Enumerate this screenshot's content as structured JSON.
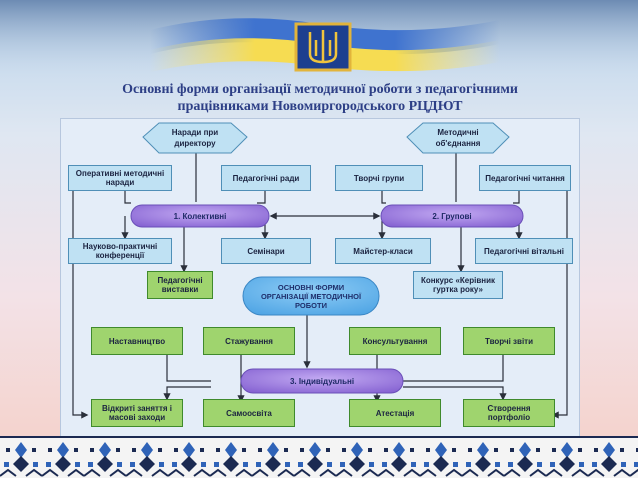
{
  "title": {
    "line1": "Основні форми організації методичної роботи з педагогічними",
    "line2": "працівниками Новомиргородського РЦДЮТ"
  },
  "diagram": {
    "central": "ОСНОВНІ ФОРМИ ОРГАНІЗАЦІЇ МЕТОДИЧНОЇ РОБОТИ",
    "hexagons": [
      {
        "id": "hex-left",
        "line1": "Наради при",
        "line2": "директору"
      },
      {
        "id": "hex-right",
        "line1": "Методичні",
        "line2": "об'єднання"
      }
    ],
    "ovals": {
      "collective": "1. Колективні",
      "group": "2. Групові",
      "individual": "3. Індивідуальні"
    },
    "boxes": {
      "operative": "Оперативні методичні наради",
      "ped_rady": "Педагогічні ради",
      "creative_groups": "Творчі групи",
      "ped_readings": "Педагогічні читання",
      "conferences": "Науково-практичні конференції",
      "seminars": "Семінари",
      "master_classes": "Майстер-класи",
      "ped_lounges": "Педагогічні вітальні",
      "ped_exhibitions": "Педагогічні виставки",
      "contest": "Конкурс «Керівник гуртка року»",
      "mentoring": "Наставництво",
      "internship": "Стажування",
      "consulting": "Консультування",
      "creative_reports": "Творчі звіти",
      "open_lessons": "Відкриті заняття і масові заходи",
      "self_education": "Самоосвіта",
      "attestation": "Атестація",
      "portfolio": "Створення портфоліо"
    }
  },
  "colors": {
    "title": "#2d3f86",
    "blue_box": "#bfe1f3",
    "green_box": "#9fd46e",
    "oval": "#9f7fe0",
    "central": "#66b6ee"
  }
}
